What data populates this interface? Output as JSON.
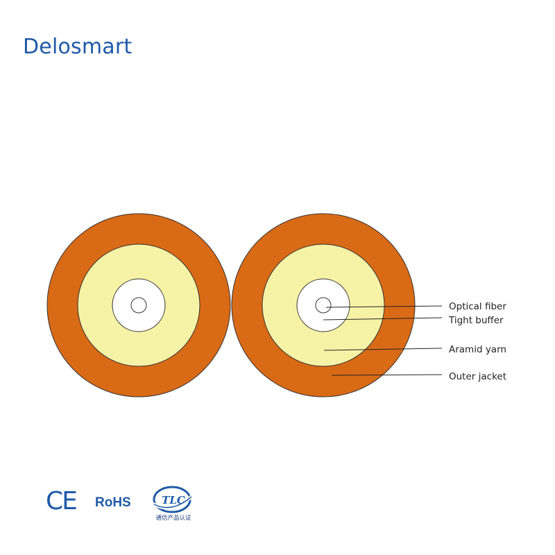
{
  "brand": {
    "name": "Delosmart"
  },
  "colors": {
    "brand_blue": "#1f5aa8",
    "outer_jacket": "#d96a16",
    "aramid_yarn": "#f7f3a6",
    "tight_buffer": "#ffffff",
    "outline": "#333333"
  },
  "diagram": {
    "labels": [
      {
        "id": "optical_fiber",
        "text": "Optical fiber"
      },
      {
        "id": "tight_buffer",
        "text": "Tight buffer"
      },
      {
        "id": "aramid_yarn",
        "text": "Aramid yarn"
      },
      {
        "id": "outer_jacket",
        "text": "Outer jacket"
      }
    ]
  },
  "certifications": {
    "ce": "CE",
    "rohs": "RoHS",
    "tlc_icon": "tlc-logo-icon",
    "tlc": "TLC",
    "tlc_subtext": "通信产品认证"
  }
}
